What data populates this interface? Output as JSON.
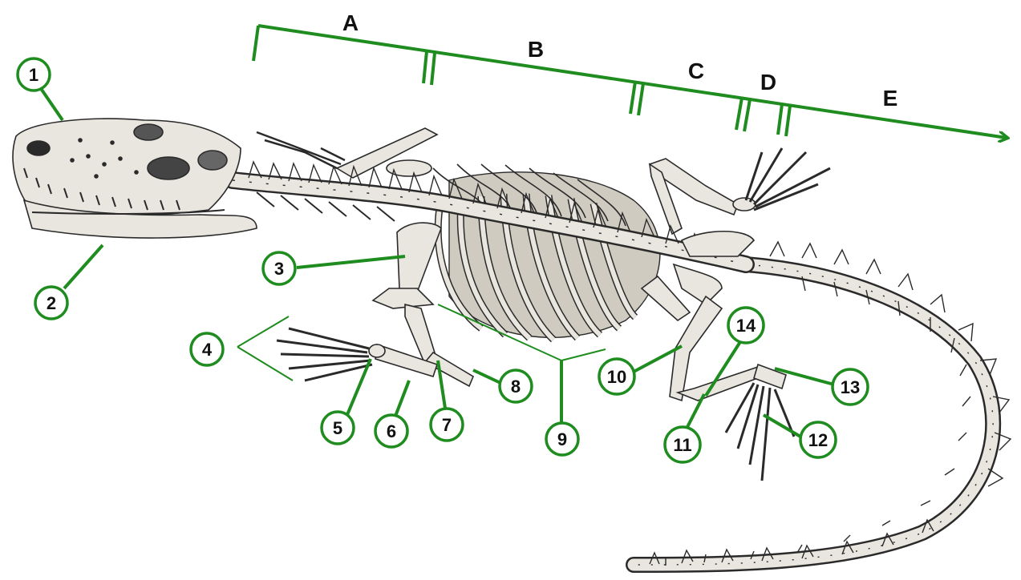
{
  "diagram": {
    "accent_color": "#1e8c1e",
    "bone_color": "#e8e6df",
    "ink_color": "#2a2a2a",
    "region_labels": [
      "A",
      "B",
      "C",
      "D",
      "E"
    ],
    "callouts": [
      "1",
      "2",
      "3",
      "4",
      "5",
      "6",
      "7",
      "8",
      "9",
      "10",
      "11",
      "12",
      "13",
      "14"
    ]
  }
}
